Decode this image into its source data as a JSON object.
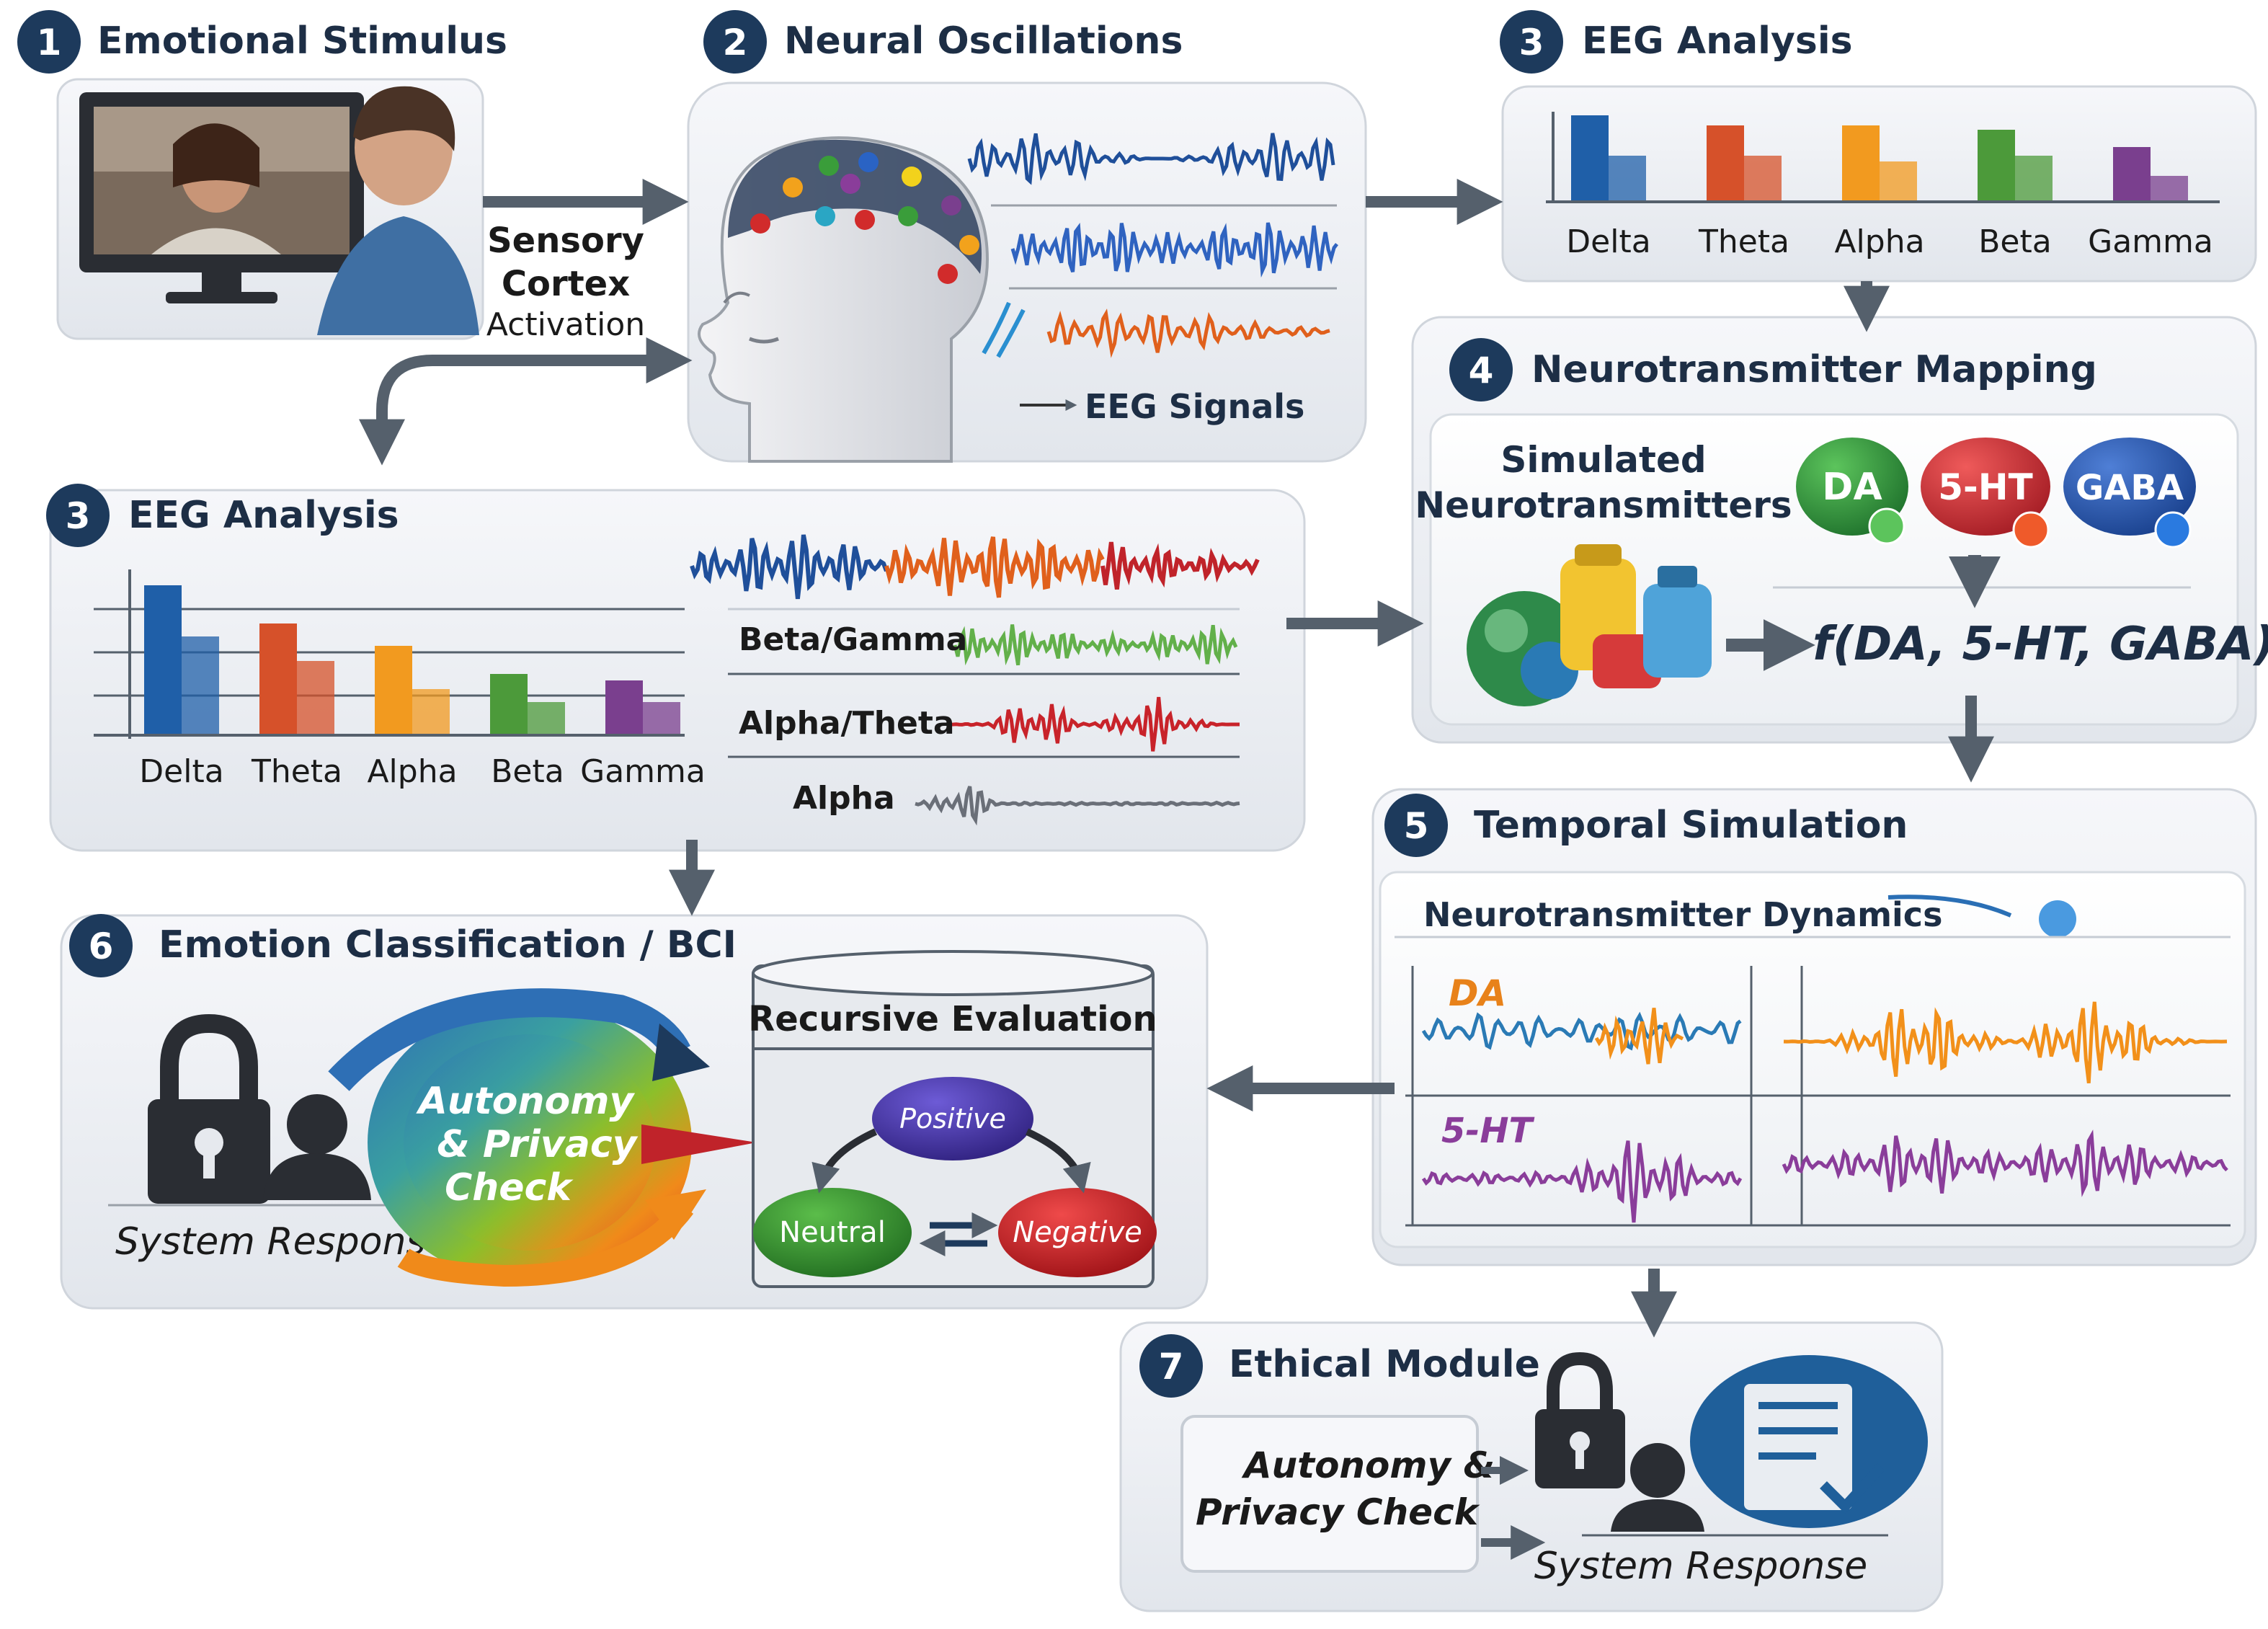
{
  "steps": {
    "s1": {
      "num": "1",
      "title": "Emotional Stimulus"
    },
    "s2": {
      "num": "2",
      "title": "Neural Oscillations"
    },
    "s3a": {
      "num": "3",
      "title": "EEG Analysis"
    },
    "s3b": {
      "num": "3",
      "title": "EEG Analysis"
    },
    "s4": {
      "num": "4",
      "title": "Neurotransmitter Mapping"
    },
    "s5": {
      "num": "5",
      "title": "Temporal Simulation"
    },
    "s6": {
      "num": "6",
      "title": "Emotion Classification / BCI"
    },
    "s7": {
      "num": "7",
      "title": "Ethical Module"
    }
  },
  "sensory": {
    "line1": "Sensory",
    "line2": "Cortex",
    "line3": "Activation"
  },
  "eeg_signals_label": "EEG Signals",
  "bands": [
    "Delta",
    "Theta",
    "Alpha",
    "Beta",
    "Gamma"
  ],
  "wave_labels": {
    "beta_gamma": "Beta/Gamma",
    "alpha_theta": "Alpha/Theta",
    "alpha": "Alpha"
  },
  "neuro": {
    "line1": "Simulated",
    "line2": "Neurotransmitters",
    "da": "DA",
    "ht": "5-HT",
    "gaba": "GABA",
    "formula": "f(DA, 5-HT, GABA)"
  },
  "temporal": {
    "subtitle": "Neurotransmitter Dynamics",
    "da": "DA",
    "ht": "5-HT"
  },
  "classification": {
    "ring_line1": "Autonomy",
    "ring_line2": "& Privacy",
    "ring_line3": "Check",
    "system_response": "System Response",
    "eval_title": "Recursive Evaluation",
    "positive": "Positive",
    "neutral": "Neutral",
    "negative": "Negative"
  },
  "ethical": {
    "line1": "Autonomy &",
    "line2": "Privacy Check",
    "system_response": "System Response"
  },
  "colors": {
    "navy": "#1d3a5c",
    "delta": "#1f5fa8",
    "theta": "#d6512a",
    "alpha": "#f29a1f",
    "beta": "#4c9a3a",
    "gamma": "#7a3f8e",
    "da": "#e8821a",
    "ht": "#8a3d9a"
  }
}
